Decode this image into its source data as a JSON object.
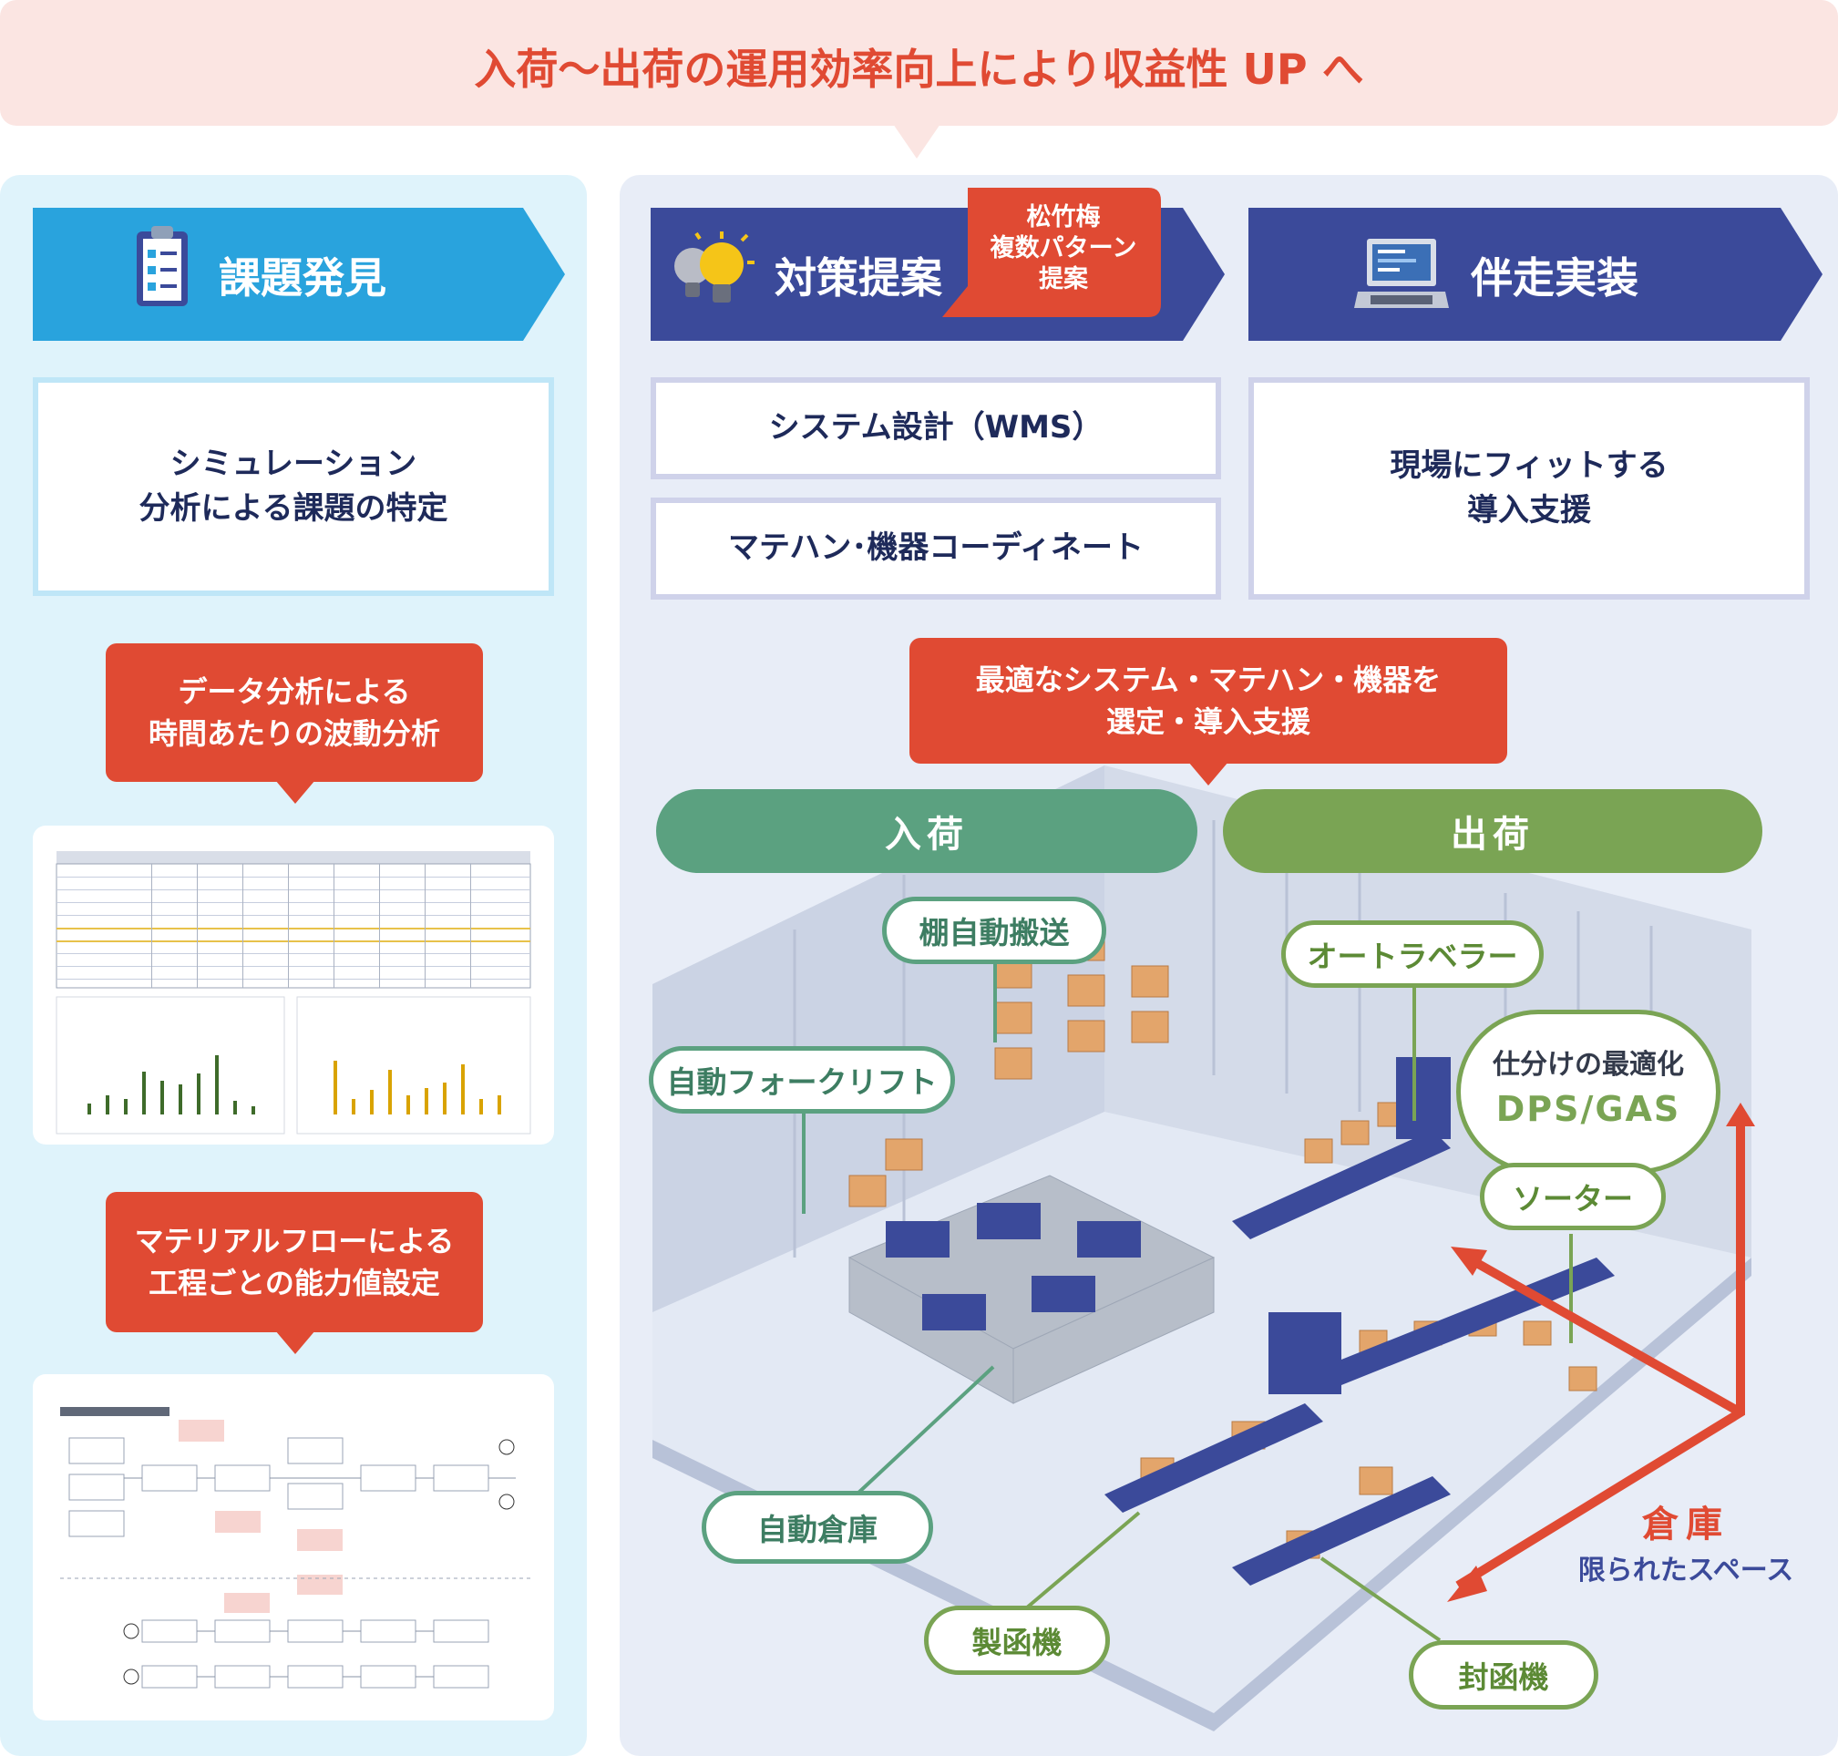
{
  "banner": {
    "title": "入荷〜出荷の運用効率向上により収益性 UP へ"
  },
  "steps": {
    "discovery": {
      "label": "課題発見"
    },
    "proposal": {
      "label": "対策提案",
      "badge": "松竹梅\n複数パターン\n提案"
    },
    "implementation": {
      "label": "伴走実装"
    }
  },
  "discovery_box": {
    "text": "シミュレーション\n分析による課題の特定"
  },
  "proposal_boxes": {
    "system": "システム設計（WMS）",
    "matehan": "マテハン･機器コーディネート"
  },
  "implementation_box": {
    "text": "現場にフィットする\n導入支援"
  },
  "left_callouts": {
    "data": "データ分析による\n時間あたりの波動分析",
    "flow": "マテリアルフローによる\n工程ごとの能力値設定"
  },
  "right_callout": "最適なシステム・マテハン・機器を\n選定・導入支援",
  "flow": {
    "inbound": "入荷",
    "outbound": "出荷"
  },
  "equipment_labels": {
    "shelf": "棚自動搬送",
    "autolabeler": "オートラベラー",
    "forklift": "自動フォークリフト",
    "dps_title": "仕分けの最適化",
    "dps_sub": "DPS/GAS",
    "sorter": "ソーター",
    "warehouse": "自動倉庫",
    "box_maker": "製函機",
    "sealer": "封函機"
  },
  "warehouse_note": {
    "title": "倉庫",
    "sub": "限られたスペース"
  },
  "colors": {
    "red": "#e04a33",
    "sky": "#29a3dd",
    "navy": "#3b4a9a",
    "teal": "#5ba180",
    "green": "#7aa454"
  }
}
